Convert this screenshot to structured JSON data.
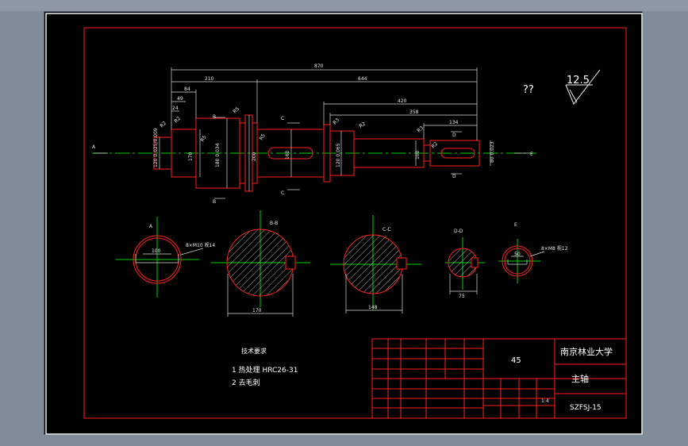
{
  "colors": {
    "background": "#000000",
    "outline": "#ff1e1e",
    "centerline": "#00d100",
    "dimension": "#d8d8d8",
    "chrome": "#7f8c99"
  },
  "main_view": {
    "overall_length": "870",
    "dims_top": [
      "210",
      "644",
      "420",
      "358",
      "134",
      "84",
      "49",
      "24"
    ],
    "diameters": [
      "120 0.025/0.009",
      "170",
      "180 0.034",
      "200",
      "160",
      "120 0.065",
      "100",
      "80 0.023"
    ],
    "tolerance_labels": [
      "R2",
      "R5",
      "R3",
      "R2",
      "R3",
      "R2"
    ],
    "other_labels": [
      "R5",
      "R5",
      "R2"
    ],
    "section_marks": {
      "a": "A",
      "b": "B",
      "c": "C",
      "d": "D",
      "e": "E"
    }
  },
  "sections": {
    "a": {
      "title": "A",
      "dim": "100",
      "note": "8×M10 视14"
    },
    "b": {
      "title": "B-B",
      "dim": "170"
    },
    "c": {
      "title": "C-C",
      "dim": "148"
    },
    "d": {
      "title": "D-D",
      "dim": "75"
    },
    "e": {
      "title": "E",
      "dim": "50",
      "note": "8×M8 视12"
    }
  },
  "surface_finish": {
    "value": "12.5",
    "remaining": "??"
  },
  "notes": {
    "heading": "技术要求",
    "items": [
      "1  热处理 HRC26-31",
      "2  去毛刺"
    ]
  },
  "title_block": {
    "material": "45",
    "school": "南京林业大学",
    "part_name": "主轴",
    "drawing_no": "SZFSJ-15",
    "scale": "1:4"
  }
}
